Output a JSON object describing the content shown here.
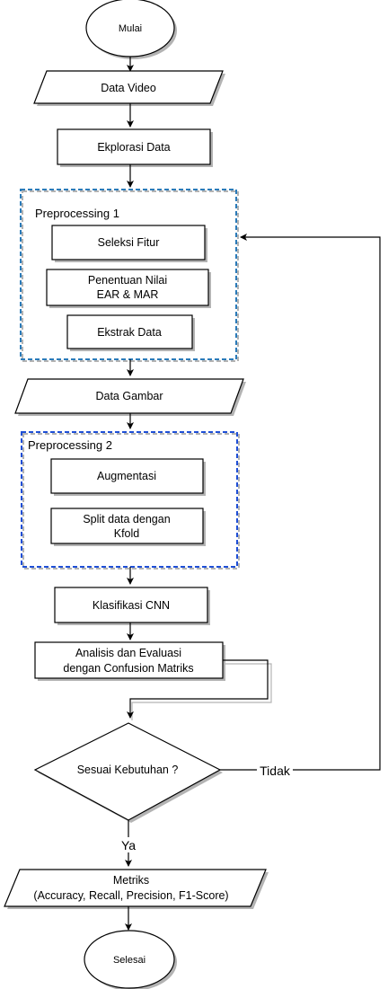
{
  "flowchart": {
    "start": "Mulai",
    "data_video": "Data Video",
    "eksplorasi": "Ekplorasi Data",
    "preprocessing1": {
      "title": "Preprocessing 1",
      "seleksi": "Seleksi Fitur",
      "penentuan_line1": "Penentuan Nilai",
      "penentuan_line2": "EAR & MAR",
      "ekstrak": "Ekstrak Data"
    },
    "data_gambar": "Data Gambar",
    "preprocessing2": {
      "title": "Preprocessing 2",
      "augmentasi": "Augmentasi",
      "split_line1": "Split data dengan",
      "split_line2": "Kfold"
    },
    "klasifikasi": "Klasifikasi  CNN",
    "analisis_line1": "Analisis dan Evaluasi",
    "analisis_line2": "dengan Confusion Matriks",
    "decision": "Sesuai Kebutuhan ?",
    "no_label": "Tidak",
    "yes_label": "Ya",
    "metrics_line1": "Metriks",
    "metrics_line2": "(Accuracy, Recall, Precision, F1-Score)",
    "end": "Selesai"
  },
  "colors": {
    "stroke": "#000000",
    "shadow": "#b3b3b3",
    "preprocessing1_border": "#2b7bb9",
    "preprocessing2_border": "#1f4fd6",
    "background": "#ffffff"
  }
}
